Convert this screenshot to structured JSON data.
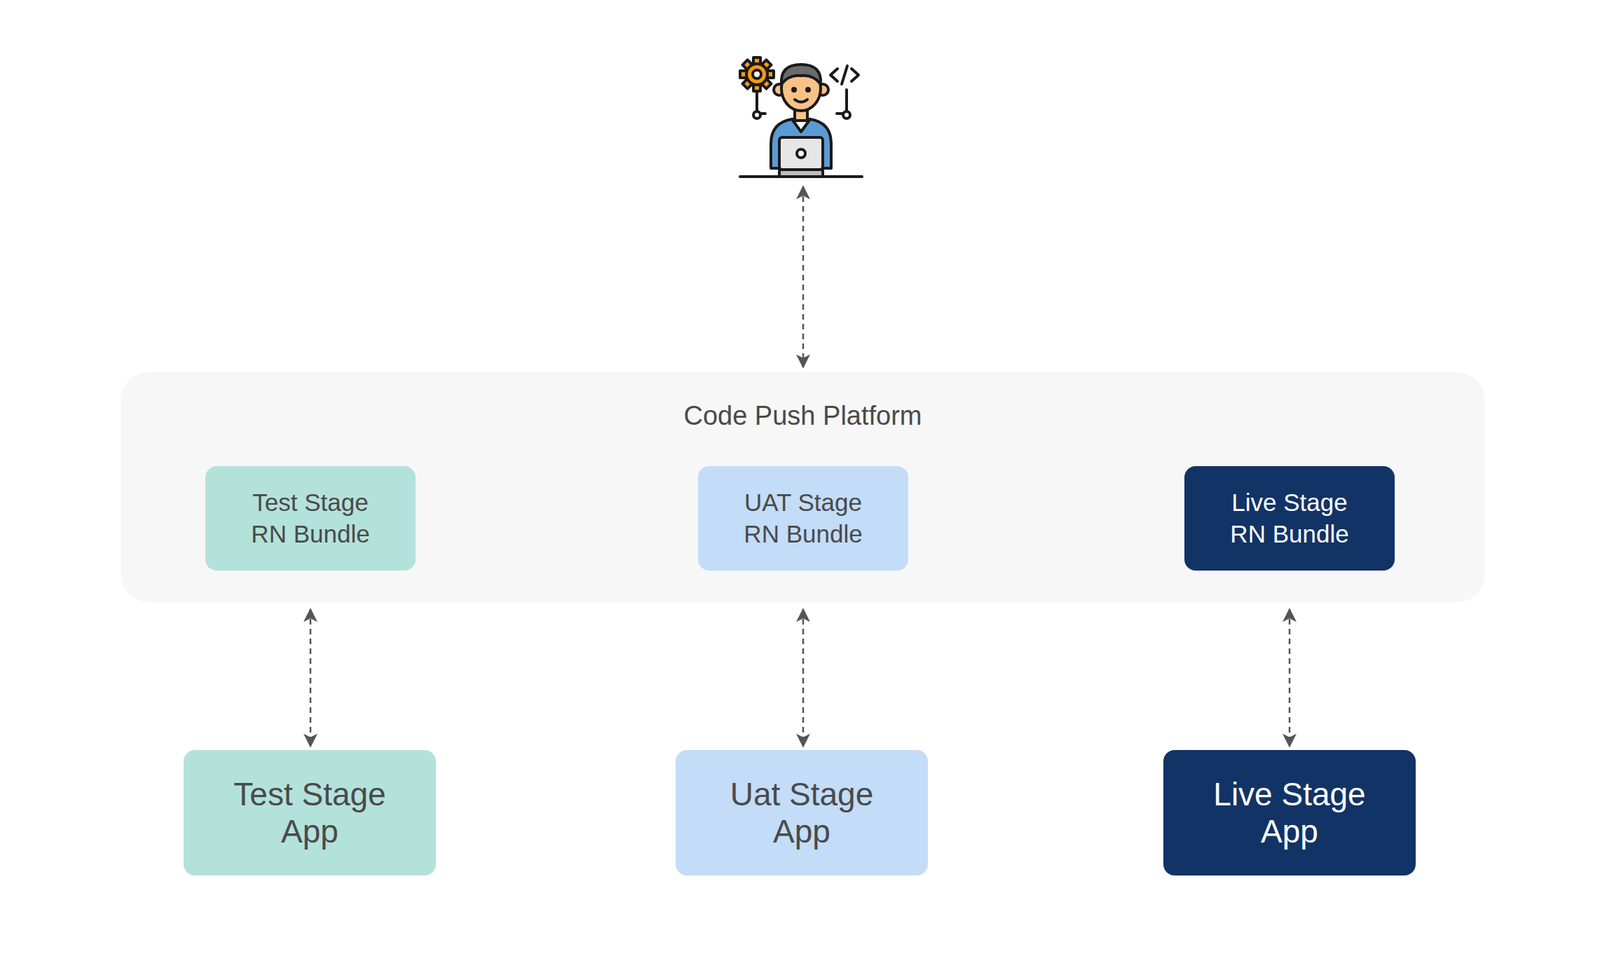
{
  "diagram": {
    "nodes": [
      {
        "text": [
          "Code Push Platform"
        ]
      },
      {
        "text": [
          "Test Stage RN Bundle"
        ],
        "in": 0
      },
      {
        "text": [
          "UAT Stage RN Bundle"
        ],
        "in": 0
      },
      {
        "text": [
          "Live Stage RN Bundle"
        ],
        "in": 0
      },
      {
        "text": [
          "Test Stage App"
        ]
      },
      {
        "text": [
          "Uat Stage App"
        ]
      },
      {
        "text": [
          "Live Stage App"
        ]
      }
    ],
    "edges": [
      {
        "from": 1,
        "to": 2,
        "arrow": "to"
      },
      {
        "from": 2,
        "to": 3,
        "arrow": "to"
      },
      {
        "from": 1,
        "to": 4,
        "arrow": "both"
      },
      {
        "from": 2,
        "to": 5,
        "arrow": "both"
      },
      {
        "from": 3,
        "to": 6,
        "arrow": "both"
      }
    ]
  }
}
